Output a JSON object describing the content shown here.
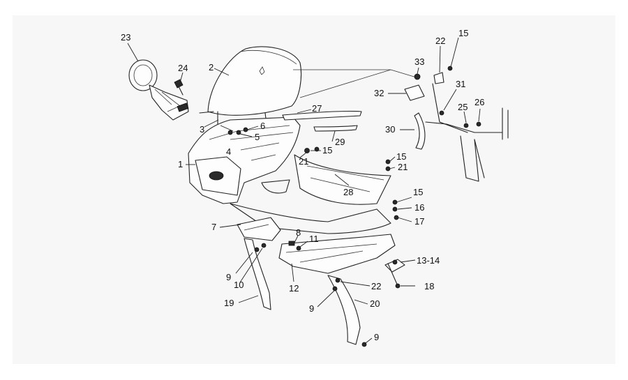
{
  "colors": {
    "background": "#ffffff",
    "panel": "#f7f7f7",
    "ink": "#222222"
  },
  "callouts": [
    {
      "id": "c23",
      "label": "23"
    },
    {
      "id": "c24",
      "label": "24"
    },
    {
      "id": "c2",
      "label": "2"
    },
    {
      "id": "c3",
      "label": "3"
    },
    {
      "id": "c4",
      "label": "4"
    },
    {
      "id": "c6",
      "label": "6"
    },
    {
      "id": "c5",
      "label": "5"
    },
    {
      "id": "c27",
      "label": "27"
    },
    {
      "id": "c29",
      "label": "29"
    },
    {
      "id": "c1",
      "label": "1"
    },
    {
      "id": "c15a",
      "label": "15"
    },
    {
      "id": "c21a",
      "label": "21"
    },
    {
      "id": "c15b",
      "label": "15"
    },
    {
      "id": "c21b",
      "label": "21"
    },
    {
      "id": "c28",
      "label": "28"
    },
    {
      "id": "c22a",
      "label": "22"
    },
    {
      "id": "c15c",
      "label": "15"
    },
    {
      "id": "c33",
      "label": "33"
    },
    {
      "id": "c32",
      "label": "32"
    },
    {
      "id": "c31",
      "label": "31"
    },
    {
      "id": "c25",
      "label": "25"
    },
    {
      "id": "c26",
      "label": "26"
    },
    {
      "id": "c30",
      "label": "30"
    },
    {
      "id": "c15d",
      "label": "15"
    },
    {
      "id": "c16",
      "label": "16"
    },
    {
      "id": "c17",
      "label": "17"
    },
    {
      "id": "c7",
      "label": "7"
    },
    {
      "id": "c8",
      "label": "8"
    },
    {
      "id": "c11",
      "label": "11"
    },
    {
      "id": "c9a",
      "label": "9"
    },
    {
      "id": "c10",
      "label": "10"
    },
    {
      "id": "c12",
      "label": "12"
    },
    {
      "id": "c1314",
      "label": "13-14"
    },
    {
      "id": "c22b",
      "label": "22"
    },
    {
      "id": "c18",
      "label": "18"
    },
    {
      "id": "c19",
      "label": "19"
    },
    {
      "id": "c9b",
      "label": "9"
    },
    {
      "id": "c20",
      "label": "20"
    },
    {
      "id": "c9c",
      "label": "9"
    }
  ]
}
